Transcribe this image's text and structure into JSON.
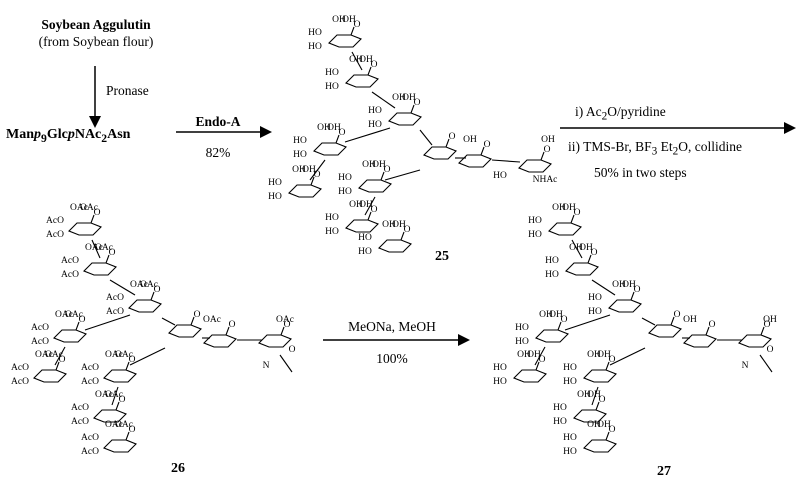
{
  "source": {
    "name": "Soybean Aggulutin",
    "origin": "(from Soybean flour)"
  },
  "step_pronase": {
    "reagent": "Pronase"
  },
  "substrate": {
    "pre": "Man",
    "p1": "p",
    "n9": "9",
    "mid": "Glc",
    "p2": "p",
    "mid2": "NAc",
    "n2": "2",
    "post": "Asn"
  },
  "step_endo": {
    "enzyme": "Endo-A",
    "yield": "82%"
  },
  "step_protect": {
    "line1": {
      "pre": "i) Ac",
      "sub": "2",
      "post": "O/pyridine"
    },
    "line2": {
      "pre": "ii) TMS-Br, BF",
      "sub": "3",
      "mid": " Et",
      "sub2": "2",
      "post": "O, collidine"
    },
    "yield": "50% in two steps"
  },
  "step_deprotect": {
    "reagents": "MeONa, MeOH",
    "yield": "100%"
  },
  "compounds": {
    "c25": "25",
    "c26": "26",
    "c27": "27"
  },
  "atom_labels": {
    "OH": "OH",
    "HO": "HO",
    "OAc": "OAc",
    "AcO": "AcO",
    "O": "O",
    "N": "N",
    "NHAc": "NHAc"
  }
}
